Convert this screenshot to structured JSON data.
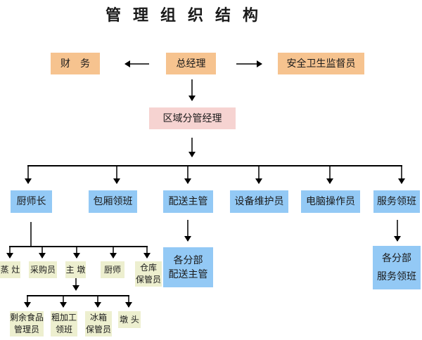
{
  "title": "管理组织结构",
  "colors": {
    "top_level": "#f6c38f",
    "regional": "#f6d3d1",
    "department": "#93c9f5",
    "staff": "#edefcf",
    "connector": "#000000"
  },
  "nodes": {
    "finance": "财　务",
    "general_manager": "总经理",
    "safety_supervisor": "安全卫生监督员",
    "regional_manager": "区域分管经理",
    "head_chef": "厨师长",
    "private_room_lead": "包厢领班",
    "delivery_supervisor": "配送主管",
    "equipment_maintainer": "设备维护员",
    "computer_operator": "电脑操作员",
    "service_lead": "服务领班",
    "branch_delivery": [
      "各分部",
      "配送主管"
    ],
    "branch_service": [
      "各分部",
      "服务领班"
    ],
    "steamer": "蒸 灶",
    "purchaser": "采购员",
    "head_cutter": "主 墩",
    "chef": "厨师",
    "warehouse_keeper": [
      "仓库",
      "保管员"
    ],
    "leftover_keeper": [
      "剩余食品",
      "管理员"
    ],
    "prep_lead": [
      "粗加工",
      "领班"
    ],
    "fridge_keeper": [
      "冰箱",
      "保管员"
    ],
    "cutter": "墩 头"
  },
  "edges": [
    [
      "general_manager",
      "finance"
    ],
    [
      "general_manager",
      "safety_supervisor"
    ],
    [
      "general_manager",
      "regional_manager"
    ],
    [
      "regional_manager",
      "head_chef"
    ],
    [
      "regional_manager",
      "private_room_lead"
    ],
    [
      "regional_manager",
      "delivery_supervisor"
    ],
    [
      "regional_manager",
      "equipment_maintainer"
    ],
    [
      "regional_manager",
      "computer_operator"
    ],
    [
      "regional_manager",
      "service_lead"
    ],
    [
      "delivery_supervisor",
      "branch_delivery"
    ],
    [
      "service_lead",
      "branch_service"
    ],
    [
      "head_chef",
      "steamer"
    ],
    [
      "head_chef",
      "purchaser"
    ],
    [
      "head_chef",
      "head_cutter"
    ],
    [
      "head_chef",
      "chef"
    ],
    [
      "head_chef",
      "warehouse_keeper"
    ],
    [
      "head_cutter",
      "leftover_keeper"
    ],
    [
      "head_cutter",
      "prep_lead"
    ],
    [
      "head_cutter",
      "fridge_keeper"
    ],
    [
      "head_cutter",
      "cutter"
    ]
  ]
}
